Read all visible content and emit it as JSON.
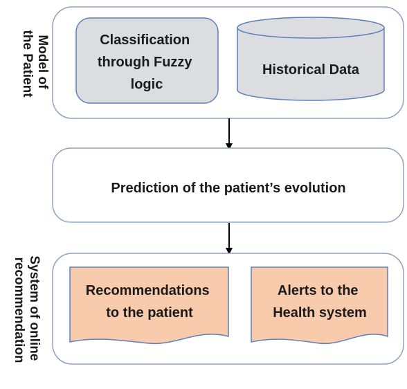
{
  "groups": {
    "model": {
      "side_label": [
        "Model of",
        "the Patient"
      ],
      "classification": [
        "Classification",
        "through Fuzzy",
        "logic"
      ],
      "historical": "Historical Data"
    },
    "prediction": {
      "label": "Prediction of  the patient’s evolution"
    },
    "recommendation": {
      "side_label": [
        "System of online",
        "recommendation"
      ],
      "doc_left": [
        "Recommendations",
        "to the patient"
      ],
      "doc_right": [
        "Alerts to the",
        "Health system"
      ]
    }
  },
  "colors": {
    "outer_border": "#8da2c0",
    "gray_fill": "#dcdde0",
    "orange_fill": "#f8cbad",
    "arrow": "#000000"
  }
}
